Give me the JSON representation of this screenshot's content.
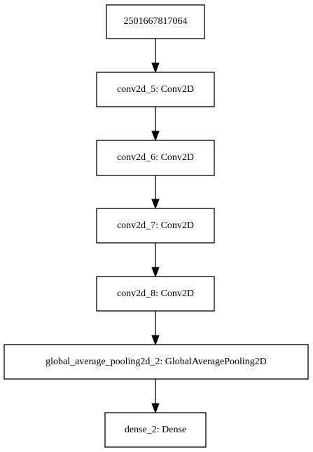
{
  "diagram": {
    "nodes": [
      {
        "id": "input",
        "label": "2501667817064"
      },
      {
        "id": "conv2d_5",
        "label": "conv2d_5: Conv2D"
      },
      {
        "id": "conv2d_6",
        "label": "conv2d_6: Conv2D"
      },
      {
        "id": "conv2d_7",
        "label": "conv2d_7: Conv2D"
      },
      {
        "id": "conv2d_8",
        "label": "conv2d_8: Conv2D"
      },
      {
        "id": "gap",
        "label": "global_average_pooling2d_2: GlobalAveragePooling2D"
      },
      {
        "id": "dense_2",
        "label": "dense_2: Dense"
      }
    ],
    "edges": [
      {
        "from": "input",
        "to": "conv2d_5"
      },
      {
        "from": "conv2d_5",
        "to": "conv2d_6"
      },
      {
        "from": "conv2d_6",
        "to": "conv2d_7"
      },
      {
        "from": "conv2d_7",
        "to": "conv2d_8"
      },
      {
        "from": "conv2d_8",
        "to": "gap"
      },
      {
        "from": "gap",
        "to": "dense_2"
      }
    ]
  }
}
